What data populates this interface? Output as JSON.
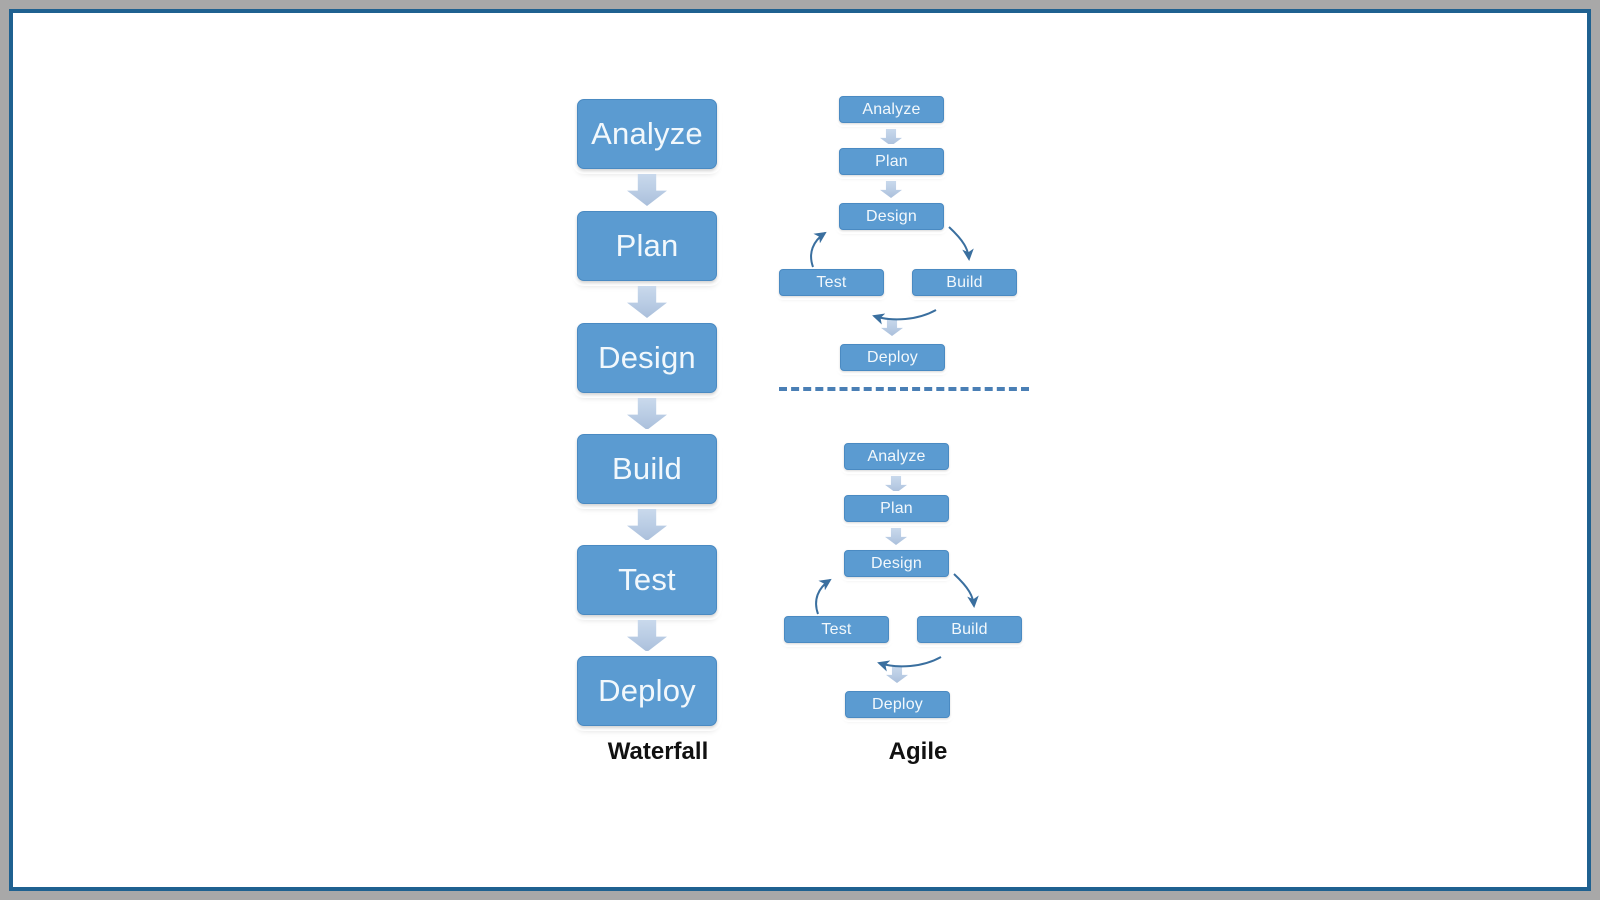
{
  "slide": {
    "frame_outer_color": "#a8a8a8",
    "frame_border_color": "#1f6190",
    "canvas_background": "#ffffff",
    "node_fill_color": "#5b9bd1",
    "node_text_color": "#f2f8fc",
    "block_arrow_color": "#b9cce4",
    "curve_arrow_color": "#3a6f9f",
    "divider_color": "#4a7fb5"
  },
  "captions": {
    "waterfall": "Waterfall",
    "agile": "Agile"
  },
  "waterfall": {
    "title": "Waterfall",
    "steps": [
      {
        "label": "Analyze"
      },
      {
        "label": "Plan"
      },
      {
        "label": "Design"
      },
      {
        "label": "Build"
      },
      {
        "label": "Test"
      },
      {
        "label": "Deploy"
      }
    ],
    "connectors": [
      {
        "from": "Analyze",
        "to": "Plan",
        "style": "block-arrow-down"
      },
      {
        "from": "Plan",
        "to": "Design",
        "style": "block-arrow-down"
      },
      {
        "from": "Design",
        "to": "Build",
        "style": "block-arrow-down"
      },
      {
        "from": "Build",
        "to": "Test",
        "style": "block-arrow-down"
      },
      {
        "from": "Test",
        "to": "Deploy",
        "style": "block-arrow-down"
      }
    ]
  },
  "agile": {
    "title": "Agile",
    "iterations": [
      {
        "name": "iteration-1",
        "steps": [
          {
            "label": "Analyze"
          },
          {
            "label": "Plan"
          },
          {
            "label": "Design"
          },
          {
            "label": "Test"
          },
          {
            "label": "Build"
          },
          {
            "label": "Deploy"
          }
        ],
        "connectors": [
          {
            "from": "Analyze",
            "to": "Plan",
            "style": "block-arrow-down"
          },
          {
            "from": "Plan",
            "to": "Design",
            "style": "block-arrow-down"
          },
          {
            "from": "Design",
            "to": "Build",
            "style": "curved-arrow"
          },
          {
            "from": "Build",
            "to": "Test",
            "style": "curved-arrow"
          },
          {
            "from": "Test",
            "to": "Design",
            "style": "curved-arrow"
          },
          {
            "from": "Test",
            "to": "Deploy",
            "style": "block-arrow-down"
          }
        ]
      },
      {
        "name": "iteration-2",
        "steps": [
          {
            "label": "Analyze"
          },
          {
            "label": "Plan"
          },
          {
            "label": "Design"
          },
          {
            "label": "Test"
          },
          {
            "label": "Build"
          },
          {
            "label": "Deploy"
          }
        ],
        "connectors": [
          {
            "from": "Analyze",
            "to": "Plan",
            "style": "block-arrow-down"
          },
          {
            "from": "Plan",
            "to": "Design",
            "style": "block-arrow-down"
          },
          {
            "from": "Design",
            "to": "Build",
            "style": "curved-arrow"
          },
          {
            "from": "Build",
            "to": "Test",
            "style": "curved-arrow"
          },
          {
            "from": "Test",
            "to": "Design",
            "style": "curved-arrow"
          },
          {
            "from": "Test",
            "to": "Deploy",
            "style": "block-arrow-down"
          }
        ]
      }
    ],
    "divider": {
      "style": "dashed",
      "label": ""
    }
  }
}
